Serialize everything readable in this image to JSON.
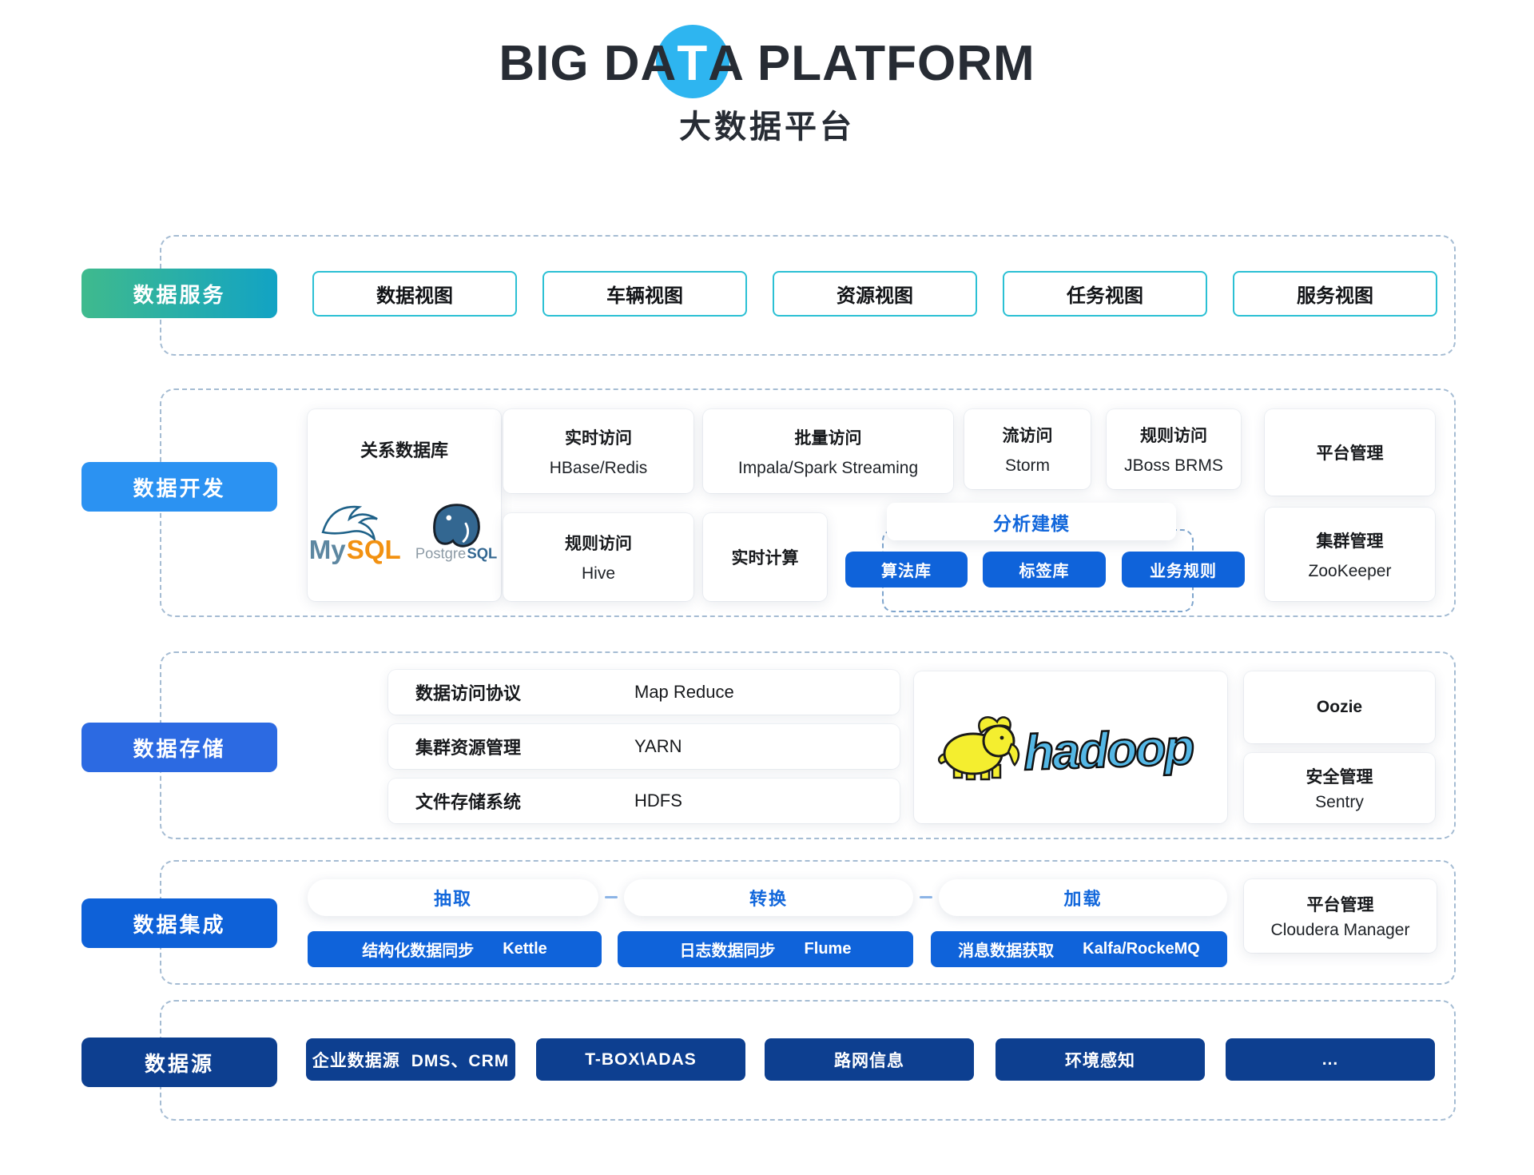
{
  "title": {
    "pre": "BIG DA",
    "accent": "T",
    "post": "A PLATFORM",
    "subtitle": "大数据平台"
  },
  "colors": {
    "accent_circle": "#2eb5f0",
    "teal_box_border": "#2bc0d4",
    "service_label_gradient": [
      "#3fba8d",
      "#12a3c4"
    ],
    "develop_label": "#2b92f2",
    "storage_label": "#2c6ae2",
    "integration_label": "#0e61d8",
    "source_label": "#0d3f90",
    "blue_chip": "#0f63da",
    "blue_text": "#1267db"
  },
  "band1": {
    "label": "数据服务",
    "items": [
      "数据视图",
      "车辆视图",
      "资源视图",
      "任务视图",
      "服务视图"
    ]
  },
  "band2": {
    "label": "数据开发",
    "relational": {
      "title": "关系数据库",
      "mysql": {
        "my": "My",
        "sql": "SQL"
      },
      "postgresql": {
        "postgre": "Postgre",
        "sql": "SQL"
      }
    },
    "realtime_access": {
      "line1": "实时访问",
      "line2": "HBase/Redis"
    },
    "batch_access": {
      "line1": "批量访问",
      "line2": "Impala/Spark Streaming"
    },
    "stream_access": {
      "line1": "流访问",
      "line2": "Storm"
    },
    "rule_access_jboss": {
      "line1": "规则访问",
      "line2": "JBoss BRMS"
    },
    "platform_mgmt": {
      "line1": "平台管理"
    },
    "rule_access_hive": {
      "line1": "规则访问",
      "line2": "Hive"
    },
    "realtime_compute": {
      "line1": "实时计算"
    },
    "modeling": {
      "title": "分析建模",
      "algo": "算法库",
      "tag": "标签库",
      "rule": "业务规则"
    },
    "cluster_mgmt": {
      "line1": "集群管理",
      "line2": "ZooKeeper"
    }
  },
  "band3": {
    "label": "数据存储",
    "rows": [
      {
        "name": "数据访问协议",
        "value": "Map Reduce"
      },
      {
        "name": "集群资源管理",
        "value": "YARN"
      },
      {
        "name": "文件存储系统",
        "value": "HDFS"
      }
    ],
    "hadoop": {
      "text": "hadoop"
    },
    "oozie": {
      "line1": "Oozie"
    },
    "security": {
      "line1": "安全管理",
      "line2": "Sentry"
    }
  },
  "band4": {
    "label": "数据集成",
    "extract": "抽取",
    "transform": "转换",
    "load": "加载",
    "kettle": {
      "name": "结构化数据同步",
      "tool": "Kettle"
    },
    "flume": {
      "name": "日志数据同步",
      "tool": "Flume"
    },
    "mq": {
      "name": "消息数据获取",
      "tool": "Kalfa/RockeMQ"
    },
    "platform": {
      "line1": "平台管理",
      "line2": "Cloudera Manager"
    }
  },
  "band5": {
    "label": "数据源",
    "sources": [
      {
        "name": "企业数据源",
        "detail": "DMS、CRM"
      },
      {
        "name": "T-BOX\\ADAS"
      },
      {
        "name": "路网信息"
      },
      {
        "name": "环境感知"
      },
      {
        "name": "..."
      }
    ]
  }
}
